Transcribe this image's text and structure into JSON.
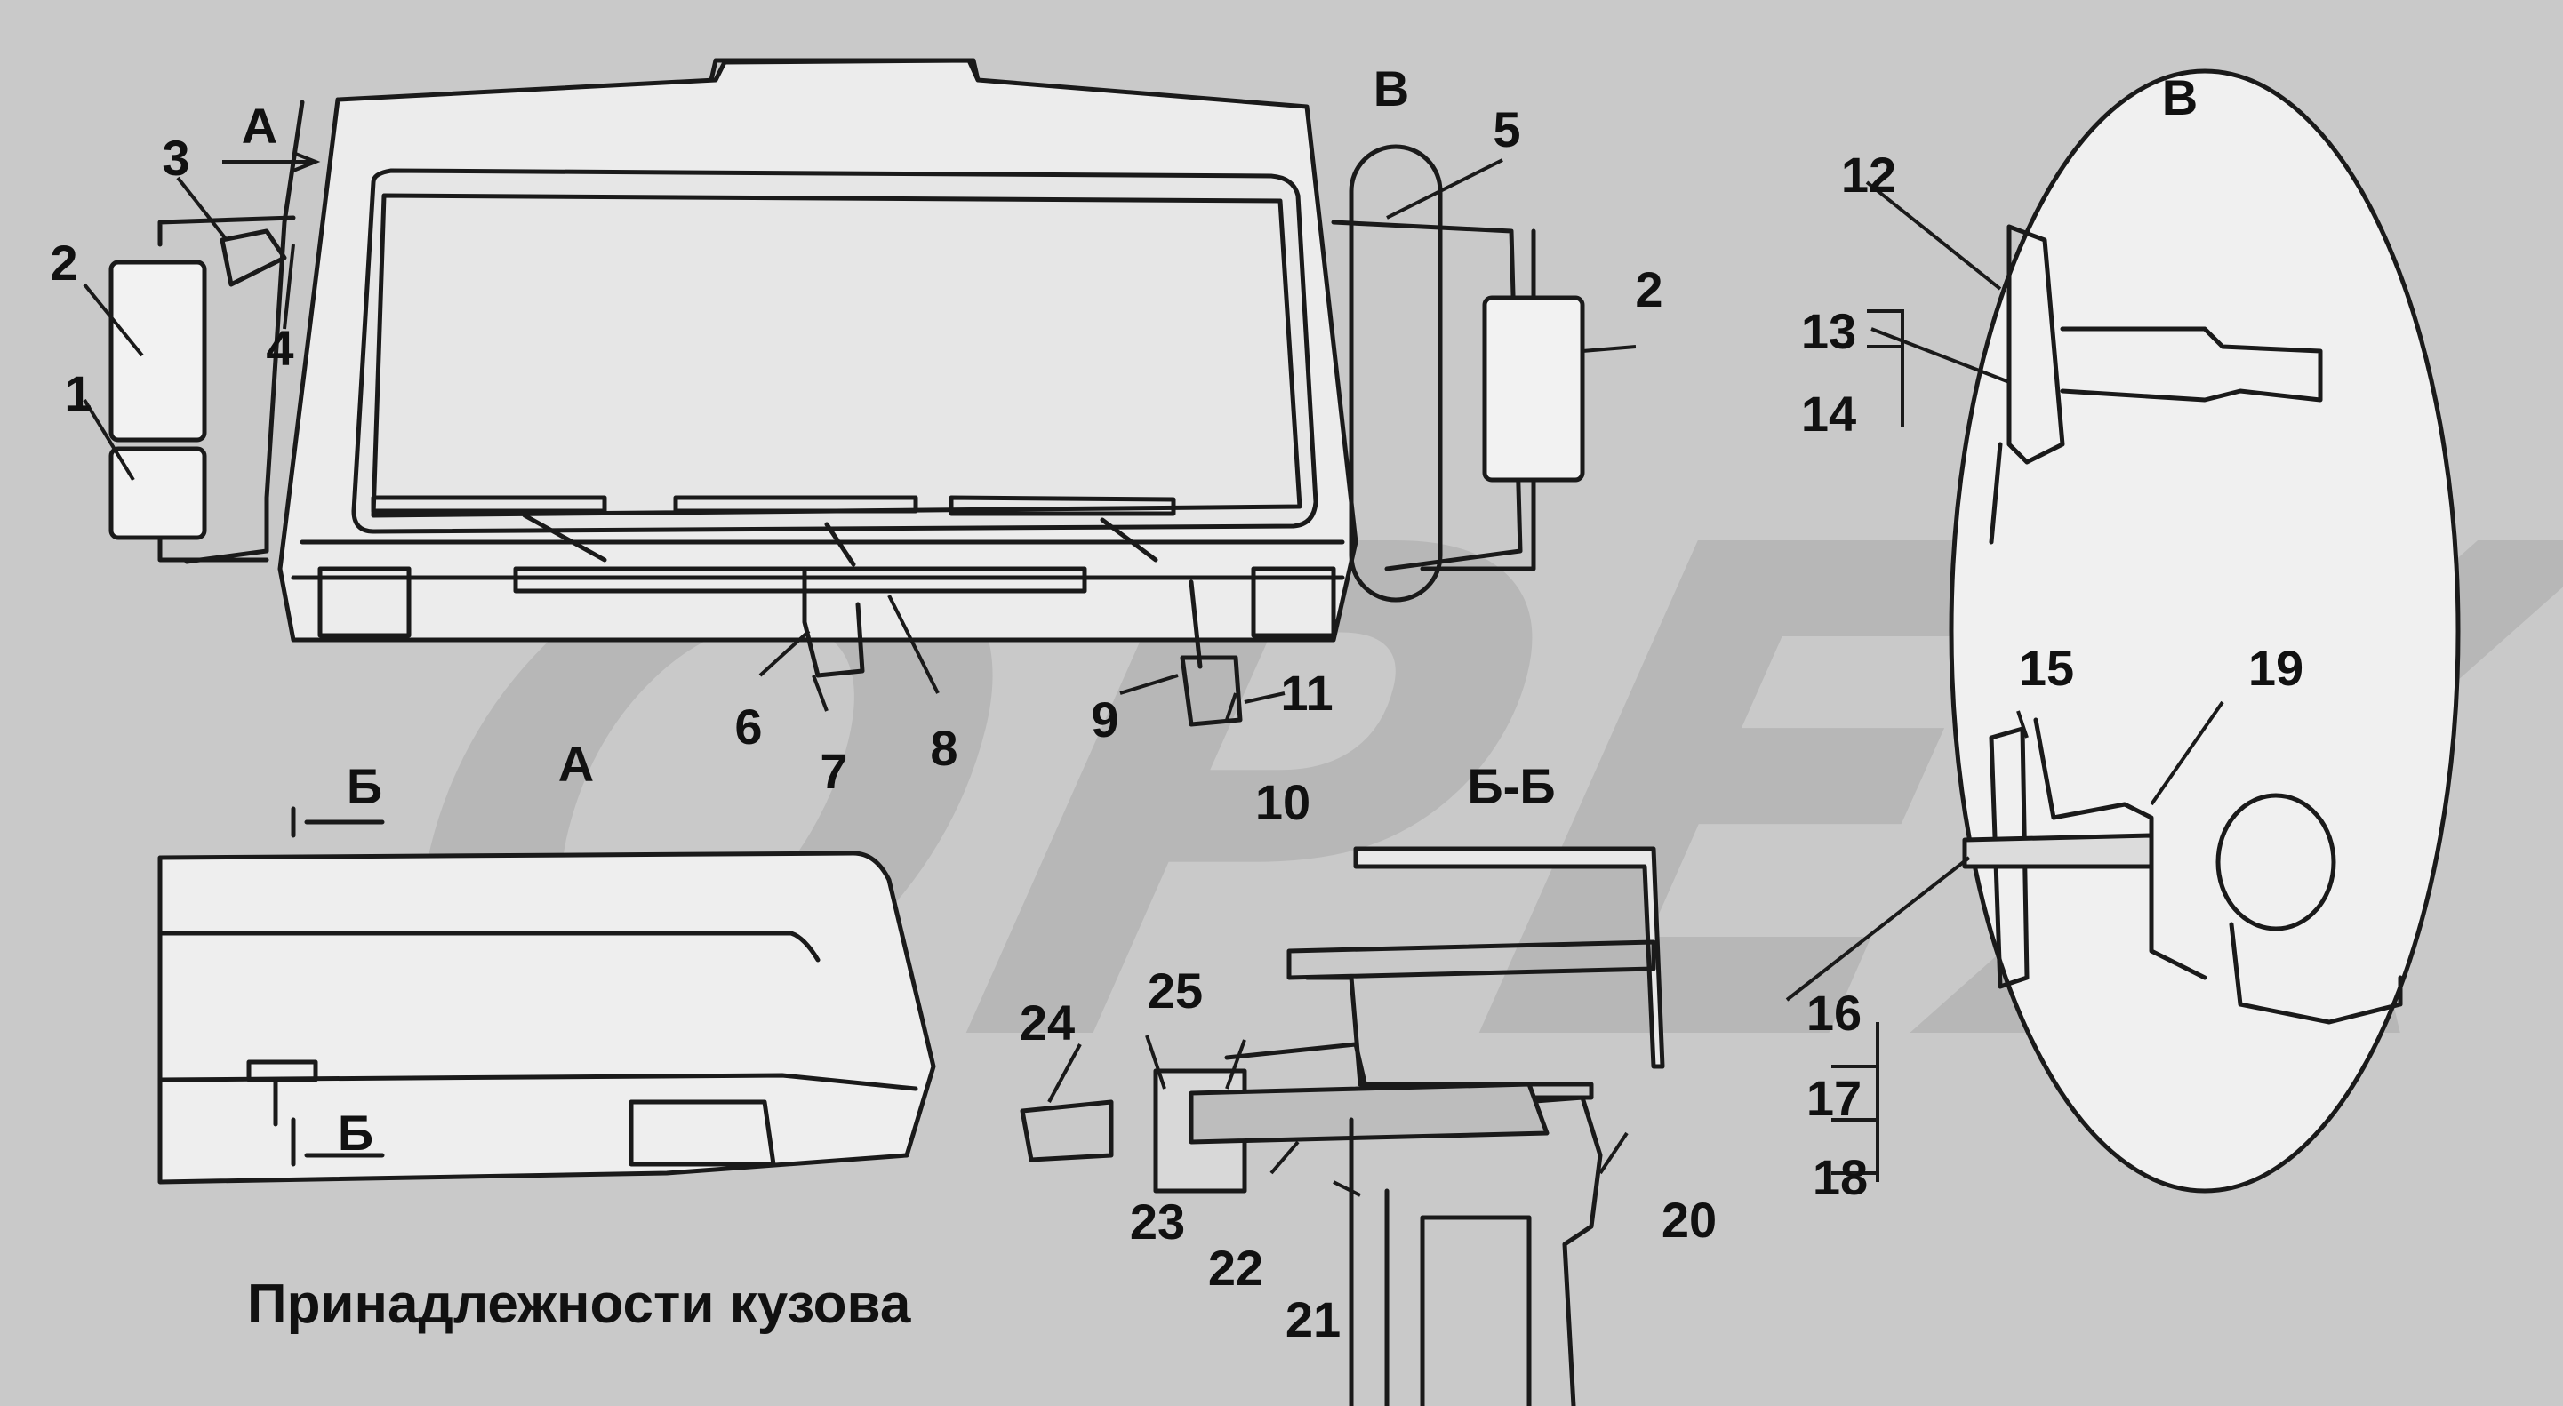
{
  "caption": "Принадлежности кузова",
  "watermark": "OPEX",
  "view_labels": {
    "a_arrow": "А",
    "a_view": "А",
    "b_top": "Б",
    "b_bottom": "Б",
    "b_section": "Б-Б",
    "v_top": "В",
    "v_view": "В"
  },
  "callouts": [
    "1",
    "2",
    "2",
    "3",
    "4",
    "5",
    "6",
    "7",
    "8",
    "9",
    "10",
    "11",
    "12",
    "13",
    "14",
    "15",
    "16",
    "17",
    "18",
    "19",
    "20",
    "21",
    "22",
    "23",
    "24",
    "25"
  ],
  "colors": {
    "background": "#c9c9c9",
    "line": "#1a1a1a",
    "paper": "#f2f2f2",
    "watermark": "#b7b7b7"
  }
}
